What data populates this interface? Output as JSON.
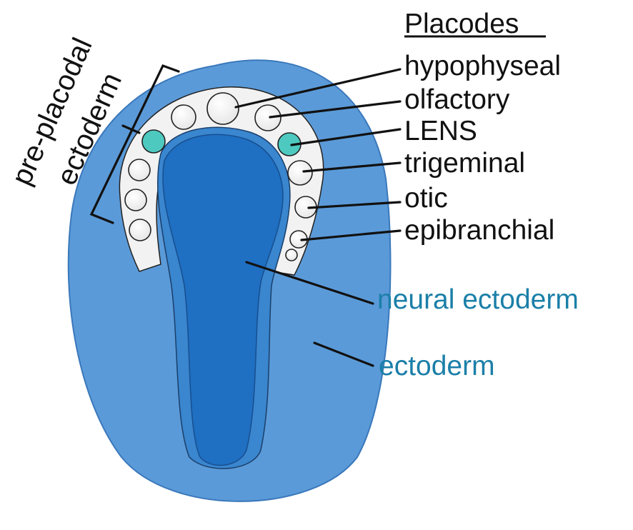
{
  "heading": "Placodes",
  "placodes": [
    {
      "id": "hypophyseal",
      "label": "hypophyseal"
    },
    {
      "id": "olfactory",
      "label": "olfactory"
    },
    {
      "id": "lens",
      "label": "LENS"
    },
    {
      "id": "trigeminal",
      "label": "trigeminal"
    },
    {
      "id": "otic",
      "label": "otic"
    },
    {
      "id": "epibranchial",
      "label": "epibranchial"
    }
  ],
  "regions": {
    "neural": "neural ectoderm",
    "ectoderm": "ectoderm"
  },
  "pre_placodal": {
    "line1": "pre-placodal",
    "line2": "ectoderm"
  },
  "colors": {
    "outer_ectoderm": "#5b9ad8",
    "neural_ectoderm": "#1f6fc2",
    "lens_placode": "#4ec9c0",
    "region_label": "#1b7fa8",
    "placode_fill": "#f7f7f7"
  }
}
